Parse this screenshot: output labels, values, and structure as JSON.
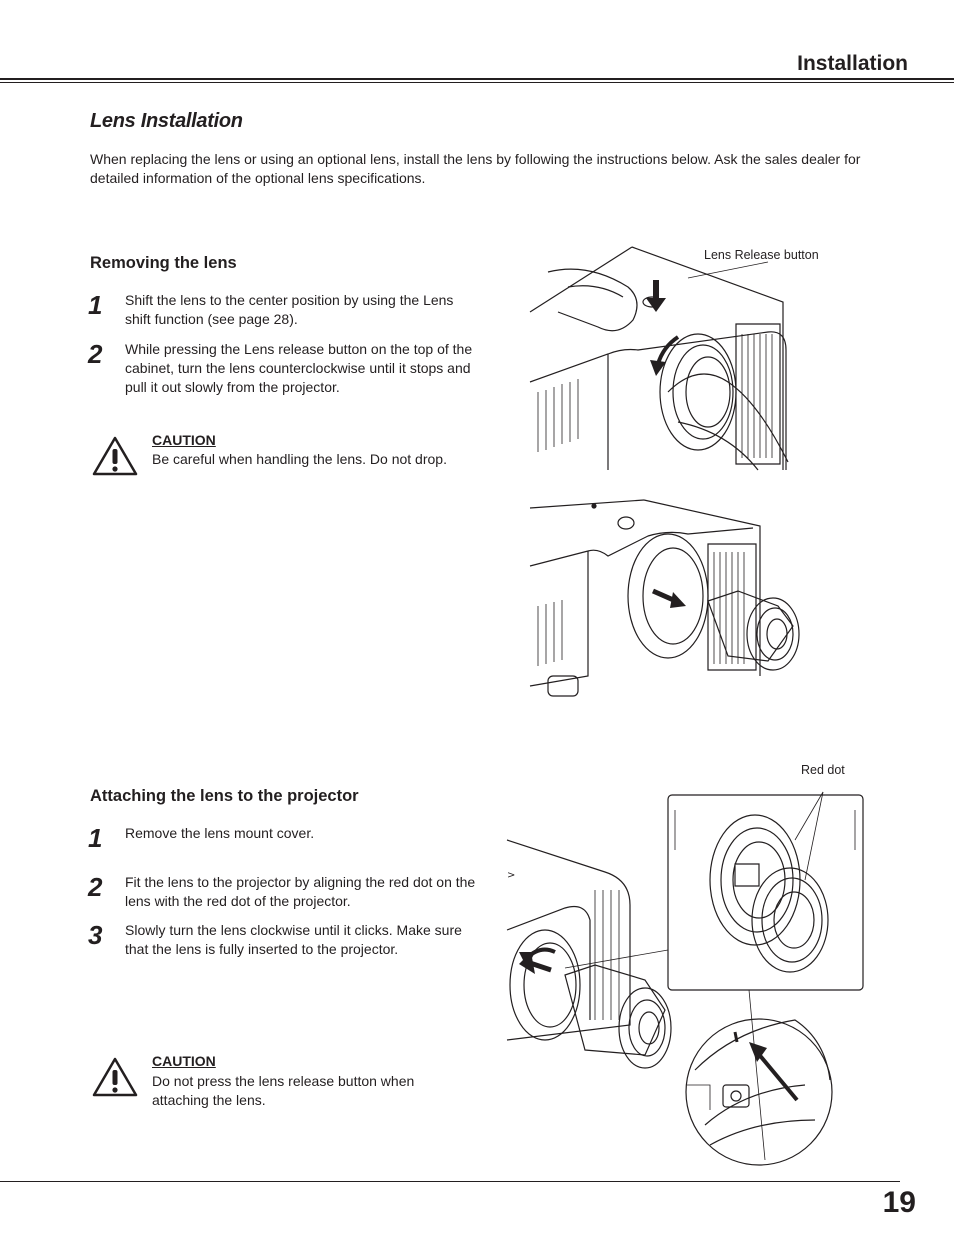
{
  "header": {
    "title": "Installation"
  },
  "section": {
    "title": "Lens Installation",
    "intro": "When replacing the lens or using an optional lens, install the lens by following the instructions below. Ask the sales dealer for detailed information of the optional lens specifications."
  },
  "removing": {
    "heading": "Removing the lens",
    "steps": [
      {
        "num": "1",
        "text": "Shift the lens to the center position by using the Lens shift function (see page 28)."
      },
      {
        "num": "2",
        "text": "While pressing the Lens release button on the top of the cabinet, turn the lens counterclockwise until it stops and pull it out slowly from the projector."
      }
    ],
    "caution": {
      "label": "CAUTION",
      "text": "Be careful when handling the lens. Do not drop."
    },
    "callout": "Lens Release button"
  },
  "attaching": {
    "heading": "Attaching the lens to the projector",
    "steps": [
      {
        "num": "1",
        "text": "Remove the lens mount cover."
      },
      {
        "num": "2",
        "text": "Fit the lens to the projector by aligning the red dot on the lens with the red dot of the projector."
      },
      {
        "num": "3",
        "text": "Slowly turn the lens clockwise until it clicks. Make sure that the lens is fully inserted to the projector."
      }
    ],
    "caution": {
      "label": "CAUTION",
      "text": "Do not press the lens release button when attaching the lens."
    },
    "callout": "Red dot"
  },
  "footer": {
    "page_number": "19"
  }
}
